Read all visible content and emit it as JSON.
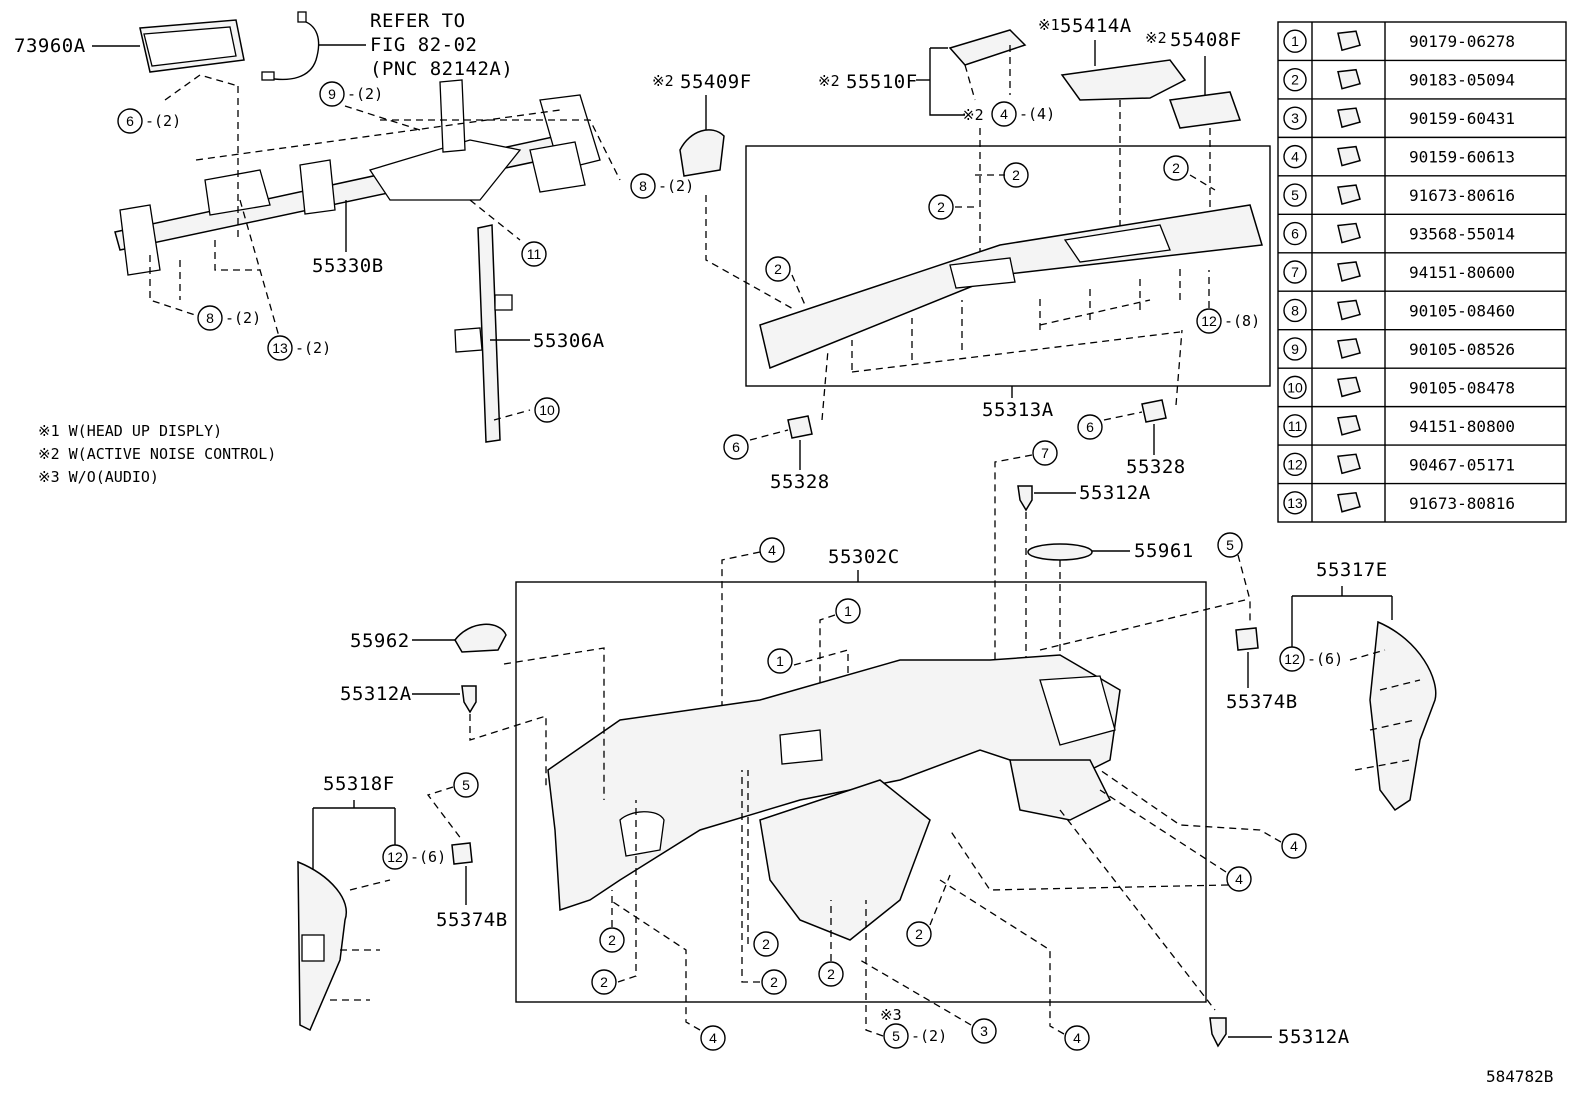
{
  "diagram_id": "584782B",
  "part_labels": {
    "p73960A": "73960A",
    "p55330B": "55330B",
    "p55306A": "55306A",
    "p55409F": "55409F",
    "p55510F": "55510F",
    "p55414A": "55414A",
    "p55408F": "55408F",
    "p55313A": "55313A",
    "p55328a": "55328",
    "p55328b": "55328",
    "p55312Aa": "55312A",
    "p55961": "55961",
    "p55302C": "55302C",
    "p55962": "55962",
    "p55312Ab": "55312A",
    "p55318F": "55318F",
    "p55374Ba": "55374B",
    "p55317E": "55317E",
    "p55374Bb": "55374B",
    "p55312Ac": "55312A"
  },
  "markers": {
    "note1": "※1",
    "note2": "※2",
    "note3": "※3"
  },
  "refer": {
    "line1": "REFER TO",
    "line2": "FIG 82-02",
    "line3": "(PNC 82142A)"
  },
  "notes": [
    "※1 W(HEAD UP DISPLY)",
    "※2 W(ACTIVE NOISE CONTROL)",
    "※3 W/O(AUDIO)"
  ],
  "qty": {
    "q2": "-(2)",
    "q4": "-(4)",
    "q6": "-(6)",
    "q8": "-(8)"
  },
  "fastener_table": [
    {
      "no": "1",
      "part": "90179-06278"
    },
    {
      "no": "2",
      "part": "90183-05094"
    },
    {
      "no": "3",
      "part": "90159-60431"
    },
    {
      "no": "4",
      "part": "90159-60613"
    },
    {
      "no": "5",
      "part": "91673-80616"
    },
    {
      "no": "6",
      "part": "93568-55014"
    },
    {
      "no": "7",
      "part": "94151-80600"
    },
    {
      "no": "8",
      "part": "90105-08460"
    },
    {
      "no": "9",
      "part": "90105-08526"
    },
    {
      "no": "10",
      "part": "90105-08478"
    },
    {
      "no": "11",
      "part": "94151-80800"
    },
    {
      "no": "12",
      "part": "90467-05171"
    },
    {
      "no": "13",
      "part": "91673-80816"
    }
  ],
  "callout_nums": {
    "n1": "1",
    "n2": "2",
    "n3": "3",
    "n4": "4",
    "n5": "5",
    "n6": "6",
    "n7": "7",
    "n8": "8",
    "n9": "9",
    "n10": "10",
    "n11": "11",
    "n12": "12",
    "n13": "13"
  }
}
